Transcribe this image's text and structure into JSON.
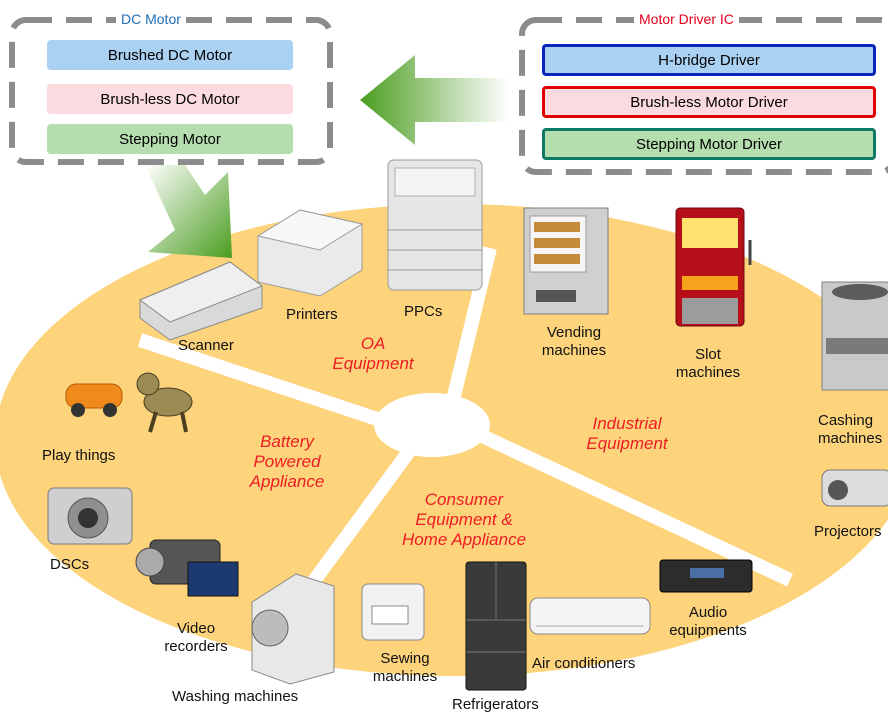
{
  "dc_motor": {
    "title": "DC Motor",
    "items": [
      "Brushed DC Motor",
      "Brush-less DC Motor",
      "Stepping Motor"
    ]
  },
  "driver_ic": {
    "title": "Motor Driver IC",
    "items": [
      "H-bridge Driver",
      "Brush-less Motor Driver",
      "Stepping Motor Driver"
    ]
  },
  "categories": {
    "oa": [
      "OA",
      "Equipment"
    ],
    "industrial": [
      "Industrial",
      "Equipment"
    ],
    "battery": [
      "Battery",
      "Powered",
      "Appliance"
    ],
    "consumer": [
      "Consumer",
      "Equipment &",
      "Home Appliance"
    ]
  },
  "devices": {
    "scanner": "Scanner",
    "printers": "Printers",
    "ppcs": "PPCs",
    "vending": [
      "Vending",
      "machines"
    ],
    "slot": [
      "Slot",
      "machines"
    ],
    "cashing": [
      "Cashing",
      "machines"
    ],
    "projector": "Projectors",
    "play": "Play things",
    "dscs": "DSCs",
    "video": [
      "Video",
      "recorders"
    ],
    "washing": "Washing machines",
    "sewing": [
      "Sewing",
      "machines"
    ],
    "fridge": "Refrigerators",
    "aircon": "Air conditioners",
    "audio": [
      "Audio",
      "equipments"
    ]
  },
  "colors": {
    "ellipse": "#fdd47c",
    "category_text": "#ee1c25",
    "dc_title": "#1f6fb6",
    "ic_title": "#e8001c",
    "blue_fill": "#aad0f2",
    "pink_fill": "#fbdbe0",
    "green_fill": "#b5deaf",
    "arrow_green": "#6bb52c"
  }
}
